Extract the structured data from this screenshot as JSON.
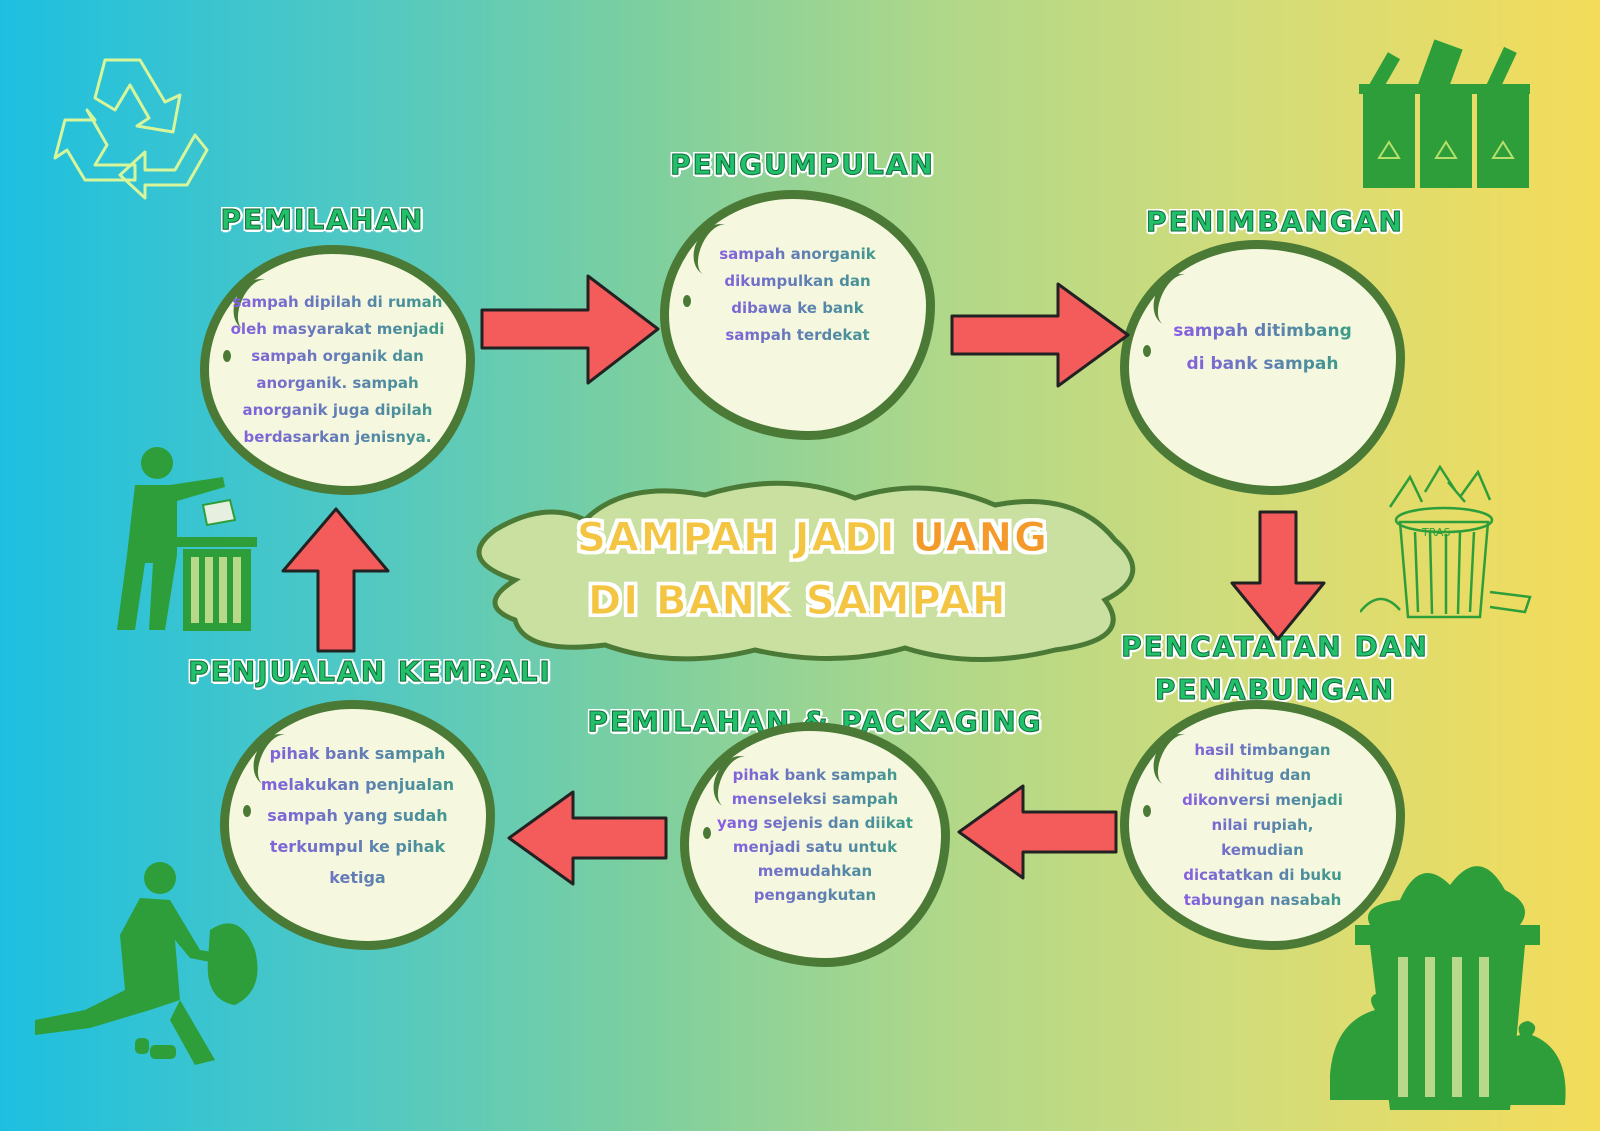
{
  "center": {
    "line1_a": "SAMPAH JADI ",
    "line1_b": "UANG",
    "line2": "DI BANK SAMPAH",
    "colors": {
      "yellow": "#f4c542",
      "orange": "#f39a2b",
      "cloud": "#c9e0a0"
    }
  },
  "steps": [
    {
      "title": "PEMILAHAN",
      "text": "sampah dipilah di rumah oleh masyarakat menjadi sampah organik dan anorganik. sampah anorganik juga dipilah berdasarkan jenisnya."
    },
    {
      "title": "PENGUMPULAN",
      "text": "sampah anorganik dikumpulkan dan dibawa ke bank sampah terdekat"
    },
    {
      "title": "PENIMBANGAN",
      "text": "sampah ditimbang di bank sampah"
    },
    {
      "title_line1": "PENCATATAN DAN",
      "title_line2": "PENABUNGAN",
      "text": "hasil timbangan dihitug dan dikonversi menjadi nilai rupiah, kemudian dicatatkan di buku tabungan nasabah"
    },
    {
      "title": "PEMILAHAN & PACKAGING",
      "text": "pihak bank sampah menseleksi sampah yang sejenis dan diikat menjadi satu untuk memudahkan pengangkutan"
    },
    {
      "title": "PENJUALAN KEMBALI",
      "text": "pihak bank sampah melakukan penjualan sampah yang sudah terkumpul ke pihak ketiga"
    }
  ],
  "icons": {
    "recycle": "recycle-icon",
    "bins": "recycling-bins-icon",
    "throw": "person-throwing-trash-icon",
    "bucket": "overflowing-trash-can-icon",
    "picker": "person-collecting-trash-icon",
    "bags": "trash-bags-bin-icon"
  },
  "palette": {
    "arrow": "#f45b5b",
    "bubble_border": "#4b7a37",
    "title_green": "#22c06a"
  }
}
